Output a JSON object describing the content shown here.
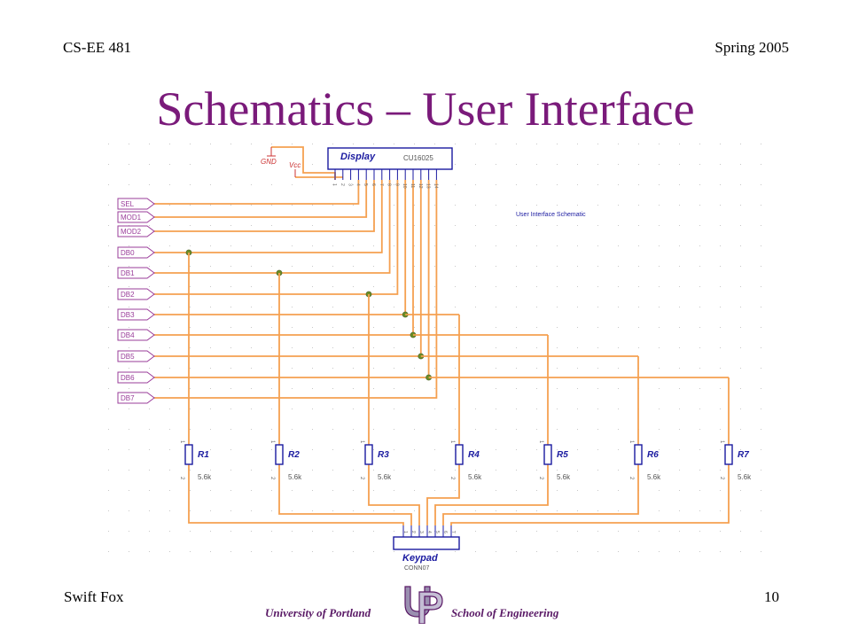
{
  "slide": {
    "course": "CS-EE 481",
    "term": "Spring 2005",
    "title": "Schematics – User Interface",
    "footer_left": "Swift Fox",
    "page_number": "10"
  },
  "logo": {
    "left_text": "University of Portland",
    "right_text": "School of Engineering",
    "monogram": "UP"
  },
  "schematic": {
    "caption": "User Interface Schematic",
    "display": {
      "name": "Display",
      "part": "CU16025"
    },
    "keypad": {
      "name": "Keypad",
      "part": "CONN07"
    },
    "power": {
      "gnd": "GND",
      "vcc": "Vcc"
    },
    "input_ports": [
      "SEL",
      "MOD1",
      "MOD2"
    ],
    "data_ports": [
      "DB0",
      "DB1",
      "DB2",
      "DB3",
      "DB4",
      "DB5",
      "DB6",
      "DB7"
    ],
    "resistors": [
      {
        "ref": "R1",
        "value": "5.6k"
      },
      {
        "ref": "R2",
        "value": "5.6k"
      },
      {
        "ref": "R3",
        "value": "5.6k"
      },
      {
        "ref": "R4",
        "value": "5.6k"
      },
      {
        "ref": "R5",
        "value": "5.6k"
      },
      {
        "ref": "R6",
        "value": "5.6k"
      },
      {
        "ref": "R7",
        "value": "5.6k"
      }
    ],
    "resistor_pins": [
      "1",
      "2"
    ],
    "display_pins": [
      "1",
      "2",
      "3",
      "4",
      "5",
      "6",
      "7",
      "8",
      "9",
      "10",
      "11",
      "12",
      "13",
      "14"
    ],
    "keypad_pins": [
      "1",
      "2",
      "3",
      "4",
      "5",
      "6",
      "7"
    ]
  },
  "colors": {
    "wire": "#f5a050",
    "title": "#7a1a7a",
    "port": "#9a3c9a",
    "component": "#1a1aa0",
    "junction": "#6b8e23",
    "power": "#cc3333",
    "grid": "#c8c8c8"
  }
}
